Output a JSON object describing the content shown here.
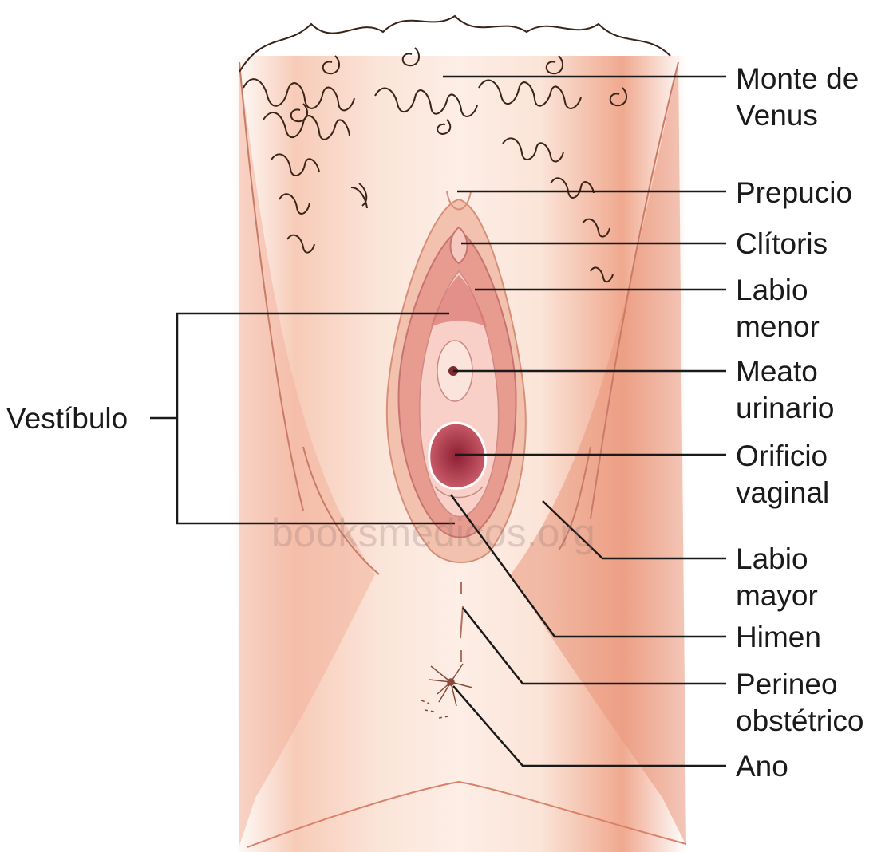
{
  "labels": {
    "monte_de_venus": [
      "Monte de",
      "Venus"
    ],
    "prepucio": "Prepucio",
    "clitoris": "Clítoris",
    "labio_menor": [
      "Labio",
      "menor"
    ],
    "meato_urinario": [
      "Meato",
      "urinario"
    ],
    "orificio_vaginal": [
      "Orificio",
      "vaginal"
    ],
    "labio_mayor": [
      "Labio",
      "mayor"
    ],
    "himen": "Himen",
    "perineo_obstetrico": [
      "Perineo",
      "obstétrico"
    ],
    "ano": "Ano",
    "vestibulo": "Vestíbulo"
  },
  "watermark": "booksmedicos.org",
  "colors": {
    "skin_light": "#fbe3d6",
    "skin_mid": "#f2b8a0",
    "skin_dark": "#e89a80",
    "labia_outer": "#f0b8a4",
    "labia_inner": "#e48f86",
    "vestibule": "#f6c8c0",
    "opening": "#a82e44",
    "hair": "#3a2418",
    "leader_line": "#1a1a1a"
  }
}
